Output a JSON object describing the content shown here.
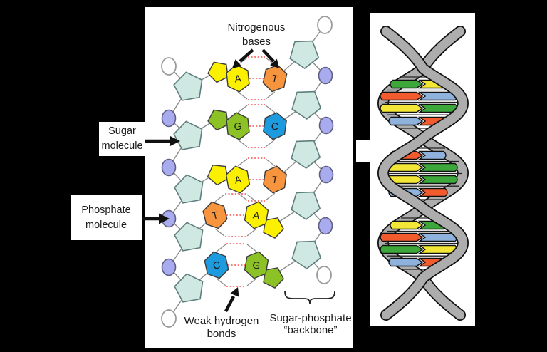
{
  "background_color": "#000000",
  "ladder": {
    "labels": {
      "nitrogenous_line1": "Nitrogenous",
      "nitrogenous_line2": "bases",
      "sugar_line1": "Sugar",
      "sugar_line2": "molecule",
      "phosphate_line1": "Phosphate",
      "phosphate_line2": "molecule",
      "weak_line1": "Weak hydrogen",
      "weak_line2": "bonds",
      "backbone_line1": "Sugar-phosphate",
      "backbone_line2": "“backbone”"
    },
    "base_colors": {
      "A": "#FBF000",
      "T": "#F7953F",
      "G": "#8CC226",
      "C": "#1E9BDE"
    },
    "molecule_colors": {
      "sugar": "#CFE8E2",
      "phosphate": "#A9ABEF",
      "terminal": "#FFFFFF"
    },
    "bond_color": "#FF4D4D",
    "base_pairs": [
      {
        "left": {
          "letter": "A",
          "form": "purine"
        },
        "right": {
          "letter": "T",
          "form": "pyrimidine"
        }
      },
      {
        "left": {
          "letter": "G",
          "form": "purine"
        },
        "right": {
          "letter": "C",
          "form": "pyrimidine"
        }
      },
      {
        "left": {
          "letter": "A",
          "form": "purine"
        },
        "right": {
          "letter": "T",
          "form": "pyrimidine"
        }
      },
      {
        "left": {
          "letter": "T",
          "form": "pyrimidine"
        },
        "right": {
          "letter": "A",
          "form": "purine"
        }
      },
      {
        "left": {
          "letter": "C",
          "form": "pyrimidine"
        },
        "right": {
          "letter": "G",
          "form": "purine"
        }
      }
    ]
  },
  "helix": {
    "ribbon_color": "#ADADAD",
    "bar_colors": {
      "green": "#3EA73C",
      "yellow": "#F2E737",
      "red": "#F15B2E",
      "blue": "#8FB2DC"
    },
    "sections": [
      {
        "pairs": [
          [
            "green",
            "yellow"
          ],
          [
            "red",
            "blue"
          ],
          [
            "yellow",
            "green"
          ],
          [
            "blue",
            "red"
          ]
        ]
      },
      {
        "pairs": [
          [
            "red",
            "blue"
          ],
          [
            "yellow",
            "green"
          ],
          [
            "yellow",
            "green"
          ],
          [
            "blue",
            "red"
          ]
        ]
      },
      {
        "pairs": [
          [
            "yellow",
            "green"
          ],
          [
            "red",
            "blue"
          ],
          [
            "green",
            "yellow"
          ],
          [
            "blue",
            "red"
          ]
        ]
      }
    ]
  }
}
